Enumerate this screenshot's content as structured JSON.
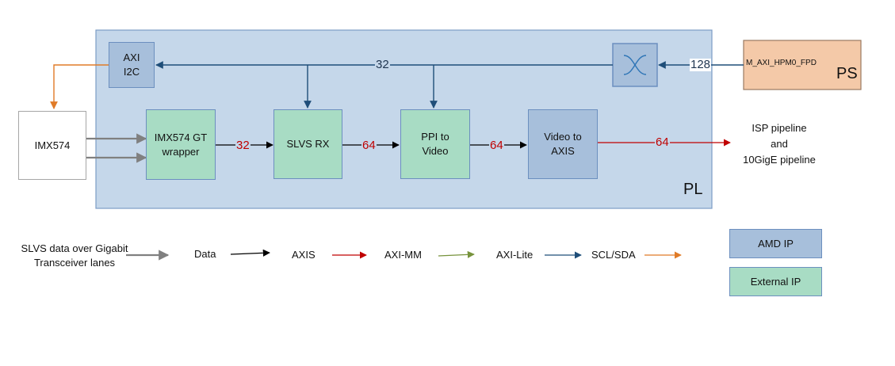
{
  "regions": {
    "pl_label": "PL",
    "ps_label": "PS"
  },
  "blocks": {
    "axi_i2c": "AXI\nI2C",
    "imx574": "IMX574",
    "gt_wrapper": "IMX574 GT\nwrapper",
    "slvs_rx": "SLVS RX",
    "ppi_to_video": "PPI to\nVideo",
    "video_to_axis": "Video to\nAXIS",
    "m_axi": "M_AXI_HPM0_FPD"
  },
  "bus_widths": {
    "axilite_bus": "32",
    "ps_link": "128",
    "gt_to_slvs": "32",
    "slvs_to_ppi": "64",
    "ppi_to_vid": "64",
    "vid_out": "64"
  },
  "output_label": "ISP pipeline\nand\n10GigE pipeline",
  "legend": {
    "slvs": "SLVS data over Gigabit\nTransceiver lanes",
    "data": "Data",
    "axis": "AXIS",
    "axi_mm": "AXI-MM",
    "axi_lite": "AXI-Lite",
    "scl_sda": "SCL/SDA",
    "amd_ip": "AMD IP",
    "external_ip": "External IP"
  },
  "colors": {
    "pl_fill": "#c5d7ea",
    "ps_fill": "#f4c9a8",
    "amd_ip": "#a7bfdb",
    "external_ip": "#a8dcc4",
    "gt_lanes": "#808080",
    "data": "#000000",
    "axis": "#c00000",
    "axi_mm": "#77933c",
    "axi_lite": "#1f4e79",
    "scl_sda": "#e07b28"
  }
}
